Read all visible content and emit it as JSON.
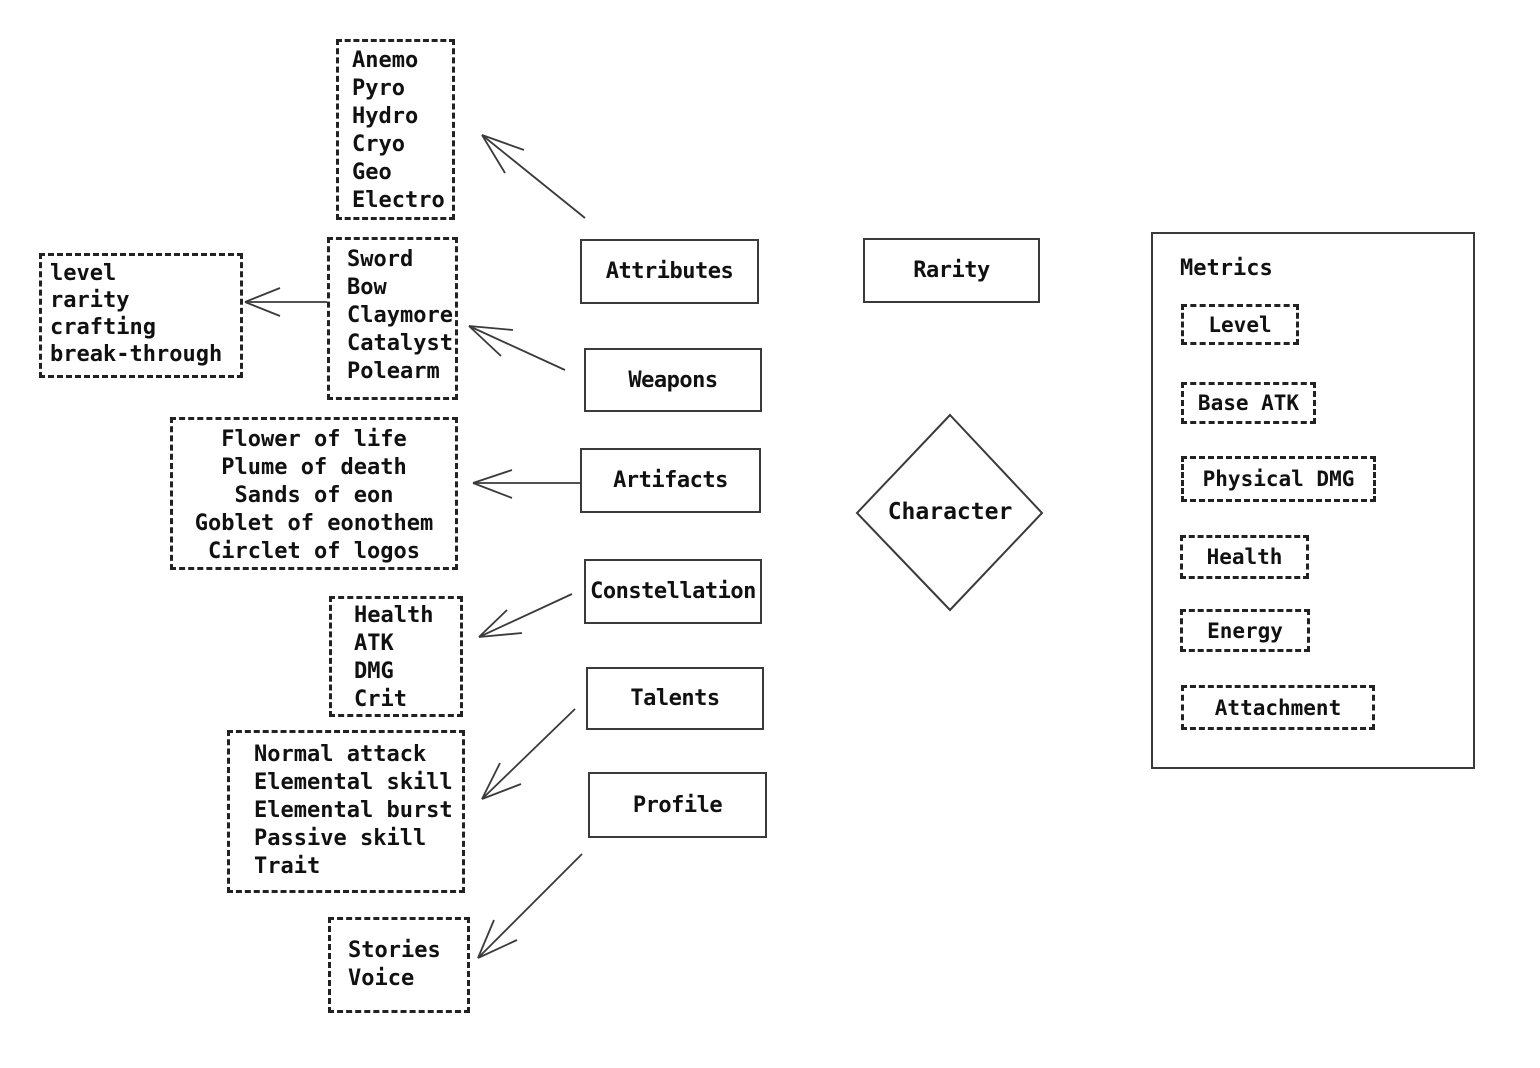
{
  "center": {
    "label": "Character"
  },
  "rarity": {
    "label": "Rarity"
  },
  "categories": [
    {
      "label": "Attributes"
    },
    {
      "label": "Weapons"
    },
    {
      "label": "Artifacts"
    },
    {
      "label": "Constellation"
    },
    {
      "label": "Talents"
    },
    {
      "label": "Profile"
    }
  ],
  "details": {
    "elements": [
      "Anemo",
      "Pyro",
      "Hydro",
      "Cryo",
      "Geo",
      "Electro"
    ],
    "weapon_meta": [
      "level",
      "rarity",
      "crafting",
      "break-through"
    ],
    "weapon_types": [
      "Sword",
      "Bow",
      "Claymore",
      "Catalyst",
      "Polearm"
    ],
    "artifact_slots": [
      "Flower of life",
      "Plume of death",
      "Sands of eon",
      "Goblet of eonothem",
      "Circlet of logos"
    ],
    "constellation_effects": [
      "Health",
      "ATK",
      "DMG",
      "Crit"
    ],
    "talent_types": [
      "Normal attack",
      "Elemental skill",
      "Elemental burst",
      "Passive skill",
      "Trait"
    ],
    "profile_items": [
      "Stories",
      "Voice"
    ]
  },
  "metrics": {
    "title": "Metrics",
    "items": [
      "Level",
      "Base ATK",
      "Physical DMG",
      "Health",
      "Energy",
      "Attachment"
    ]
  },
  "colors": {
    "stroke": "#3a3a3a",
    "dashed_stroke": "#222222",
    "text": "#111111",
    "background": "#ffffff"
  }
}
